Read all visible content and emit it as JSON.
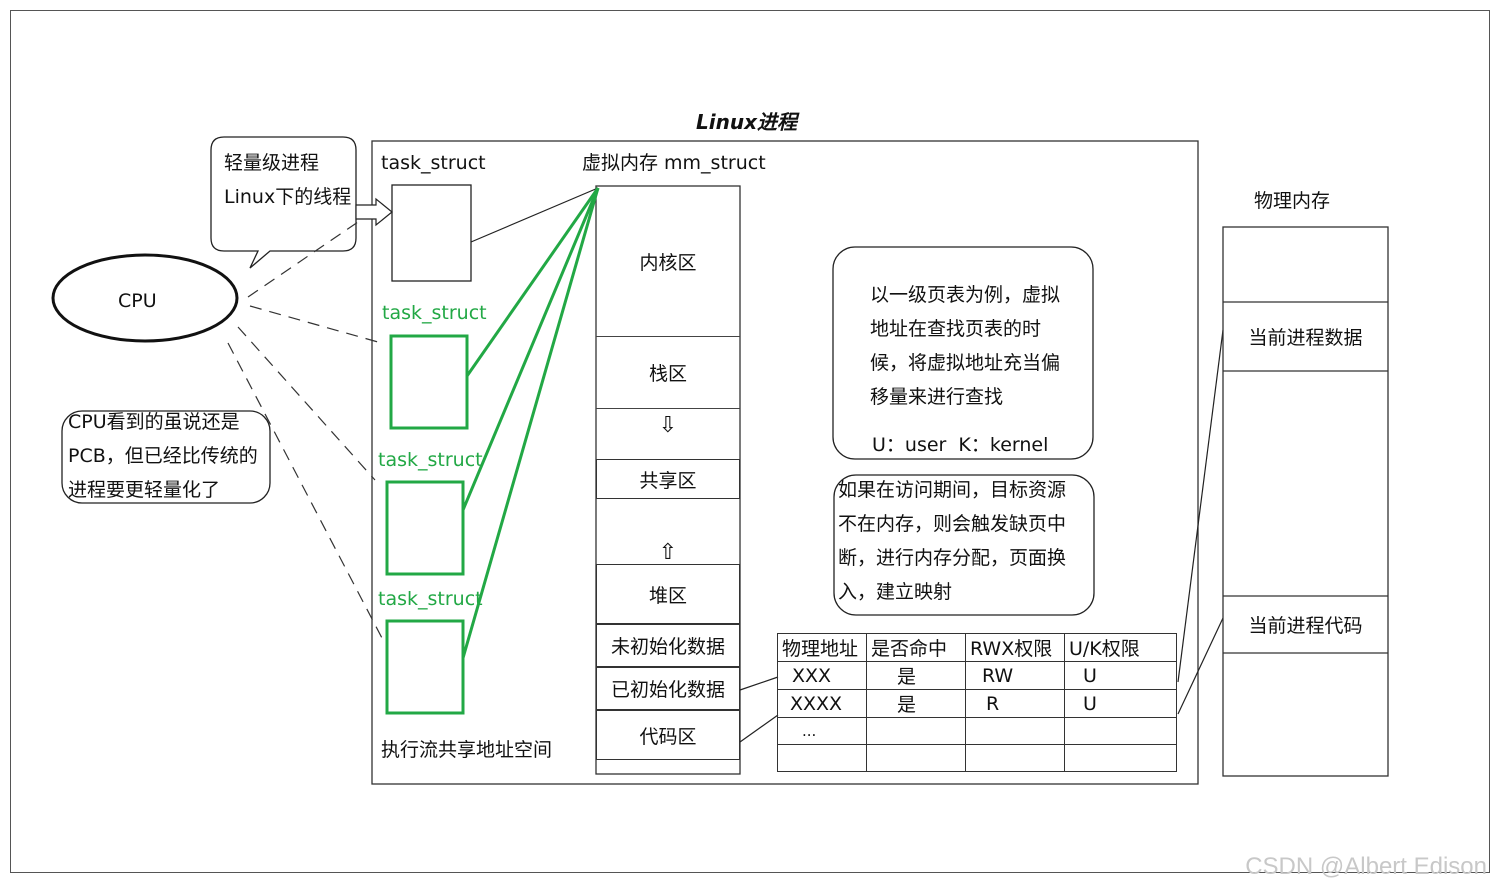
{
  "diagram": {
    "title": "Linux进程",
    "watermark": "CSDN @Albert Edison"
  },
  "cpu": {
    "label": "CPU"
  },
  "bubbles": {
    "lightweight": [
      "轻量级进程",
      "Linux下的线程"
    ],
    "cpu_view": [
      "CPU看到的虽说还是",
      "PCB，但已经比传统的",
      "进程要更轻量化了"
    ],
    "page_table_note": [
      "以一级页表为例，虚拟",
      "地址在查找页表的时",
      "候，将虚拟地址充当偏",
      "移量来进行查找"
    ],
    "uk_legend": "U：user  K：kernel",
    "page_fault_note": [
      "如果在访问期间，目标资源",
      "不在内存，则会触发缺页中",
      "断，进行内存分配，页面换",
      "入，建立映射"
    ]
  },
  "process": {
    "tasks": [
      "task_struct",
      "task_struct",
      "task_struct",
      "task_struct"
    ],
    "mm_label": "虚拟内存 mm_struct",
    "shared_label": "执行流共享地址空间",
    "segments": [
      "内核区",
      "栈区",
      "共享区",
      "堆区",
      "未初始化数据",
      "已初始化数据",
      "代码区"
    ],
    "arrows": {
      "down": "⇩",
      "up": "⇧"
    }
  },
  "page_table": {
    "headers": [
      "物理地址",
      "是否命中",
      "RWX权限",
      "U/K权限"
    ],
    "rows": [
      [
        "XXX",
        "是",
        "RW",
        "U"
      ],
      [
        "XXXX",
        "是",
        "R",
        "U"
      ],
      [
        "...",
        "",
        "",
        ""
      ],
      [
        "",
        "",
        "",
        ""
      ]
    ]
  },
  "physical_memory": {
    "title": "物理内存",
    "data_label": "当前进程数据",
    "code_label": "当前进程代码"
  }
}
